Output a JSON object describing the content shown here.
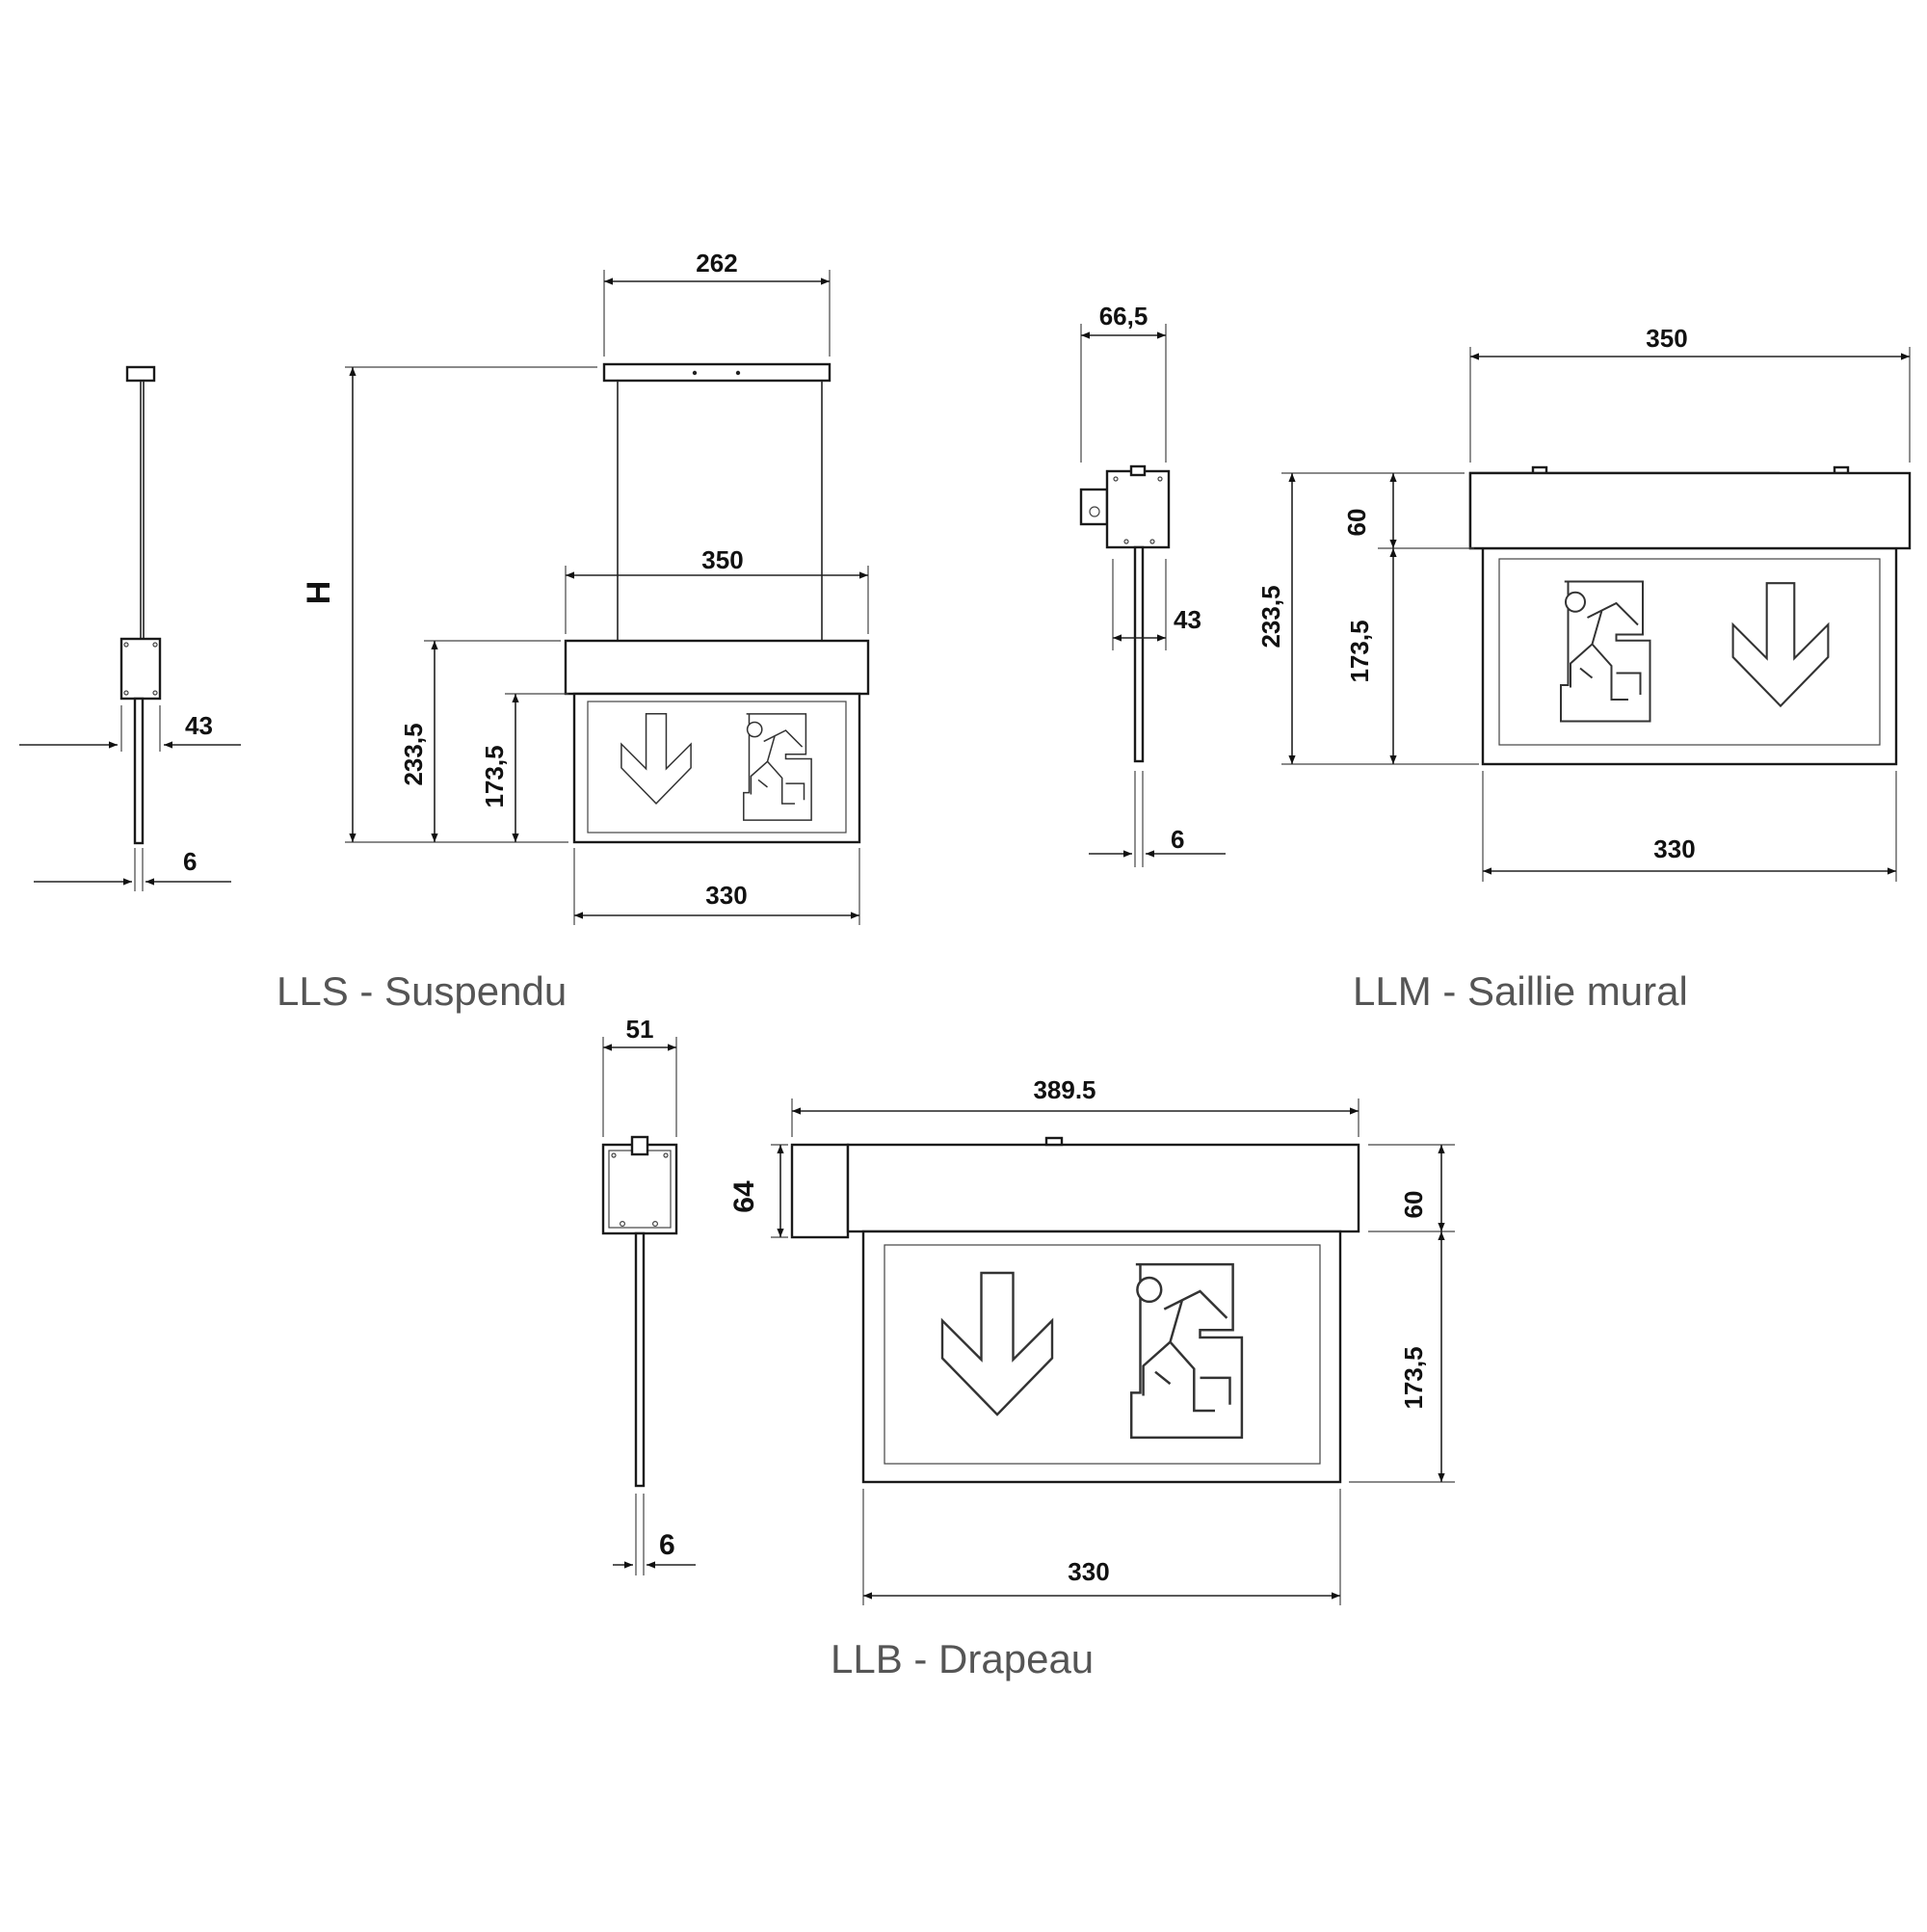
{
  "captions": {
    "lls": "LLS - Suspendu",
    "llm": "LLM - Saillie mural",
    "llb": "LLB - Drapeau"
  },
  "dims": {
    "lls_side_43": "43",
    "lls_side_6": "6",
    "lls_262": "262",
    "lls_350": "350",
    "lls_h": "H",
    "lls_233": "233,5",
    "lls_173": "173,5",
    "lls_330": "330",
    "llm_side_665": "66,5",
    "llm_side_43": "43",
    "llm_side_6": "6",
    "llm_350": "350",
    "llm_60": "60",
    "llm_233": "233,5",
    "llm_173": "173,5",
    "llm_330": "330",
    "llb_side_51": "51",
    "llb_side_6": "6",
    "llb_3895": "389.5",
    "llb_64": "64",
    "llb_60": "60",
    "llb_173": "173,5",
    "llb_330": "330"
  },
  "icons": [
    "arrow-down-icon",
    "running-man-exit-icon"
  ]
}
